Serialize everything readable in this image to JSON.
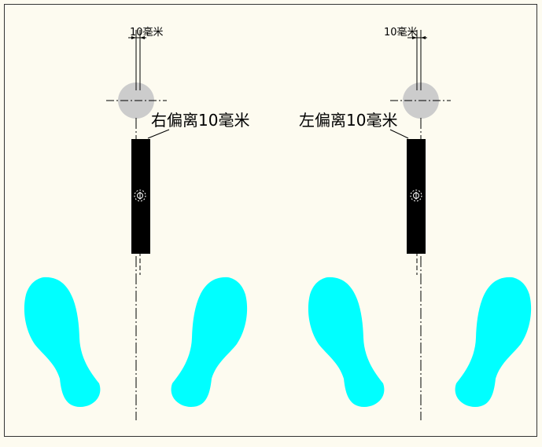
{
  "diagram": {
    "colors": {
      "background": "#fdfbf0",
      "border": "#333333",
      "foot": "#00ffff",
      "bar": "#000000",
      "circle": "#cccccc"
    },
    "left_panel": {
      "dimension_label": "10毫米",
      "offset_label": "右偏离10毫米"
    },
    "right_panel": {
      "dimension_label": "10毫米",
      "offset_label": "左偏离10毫米"
    }
  }
}
